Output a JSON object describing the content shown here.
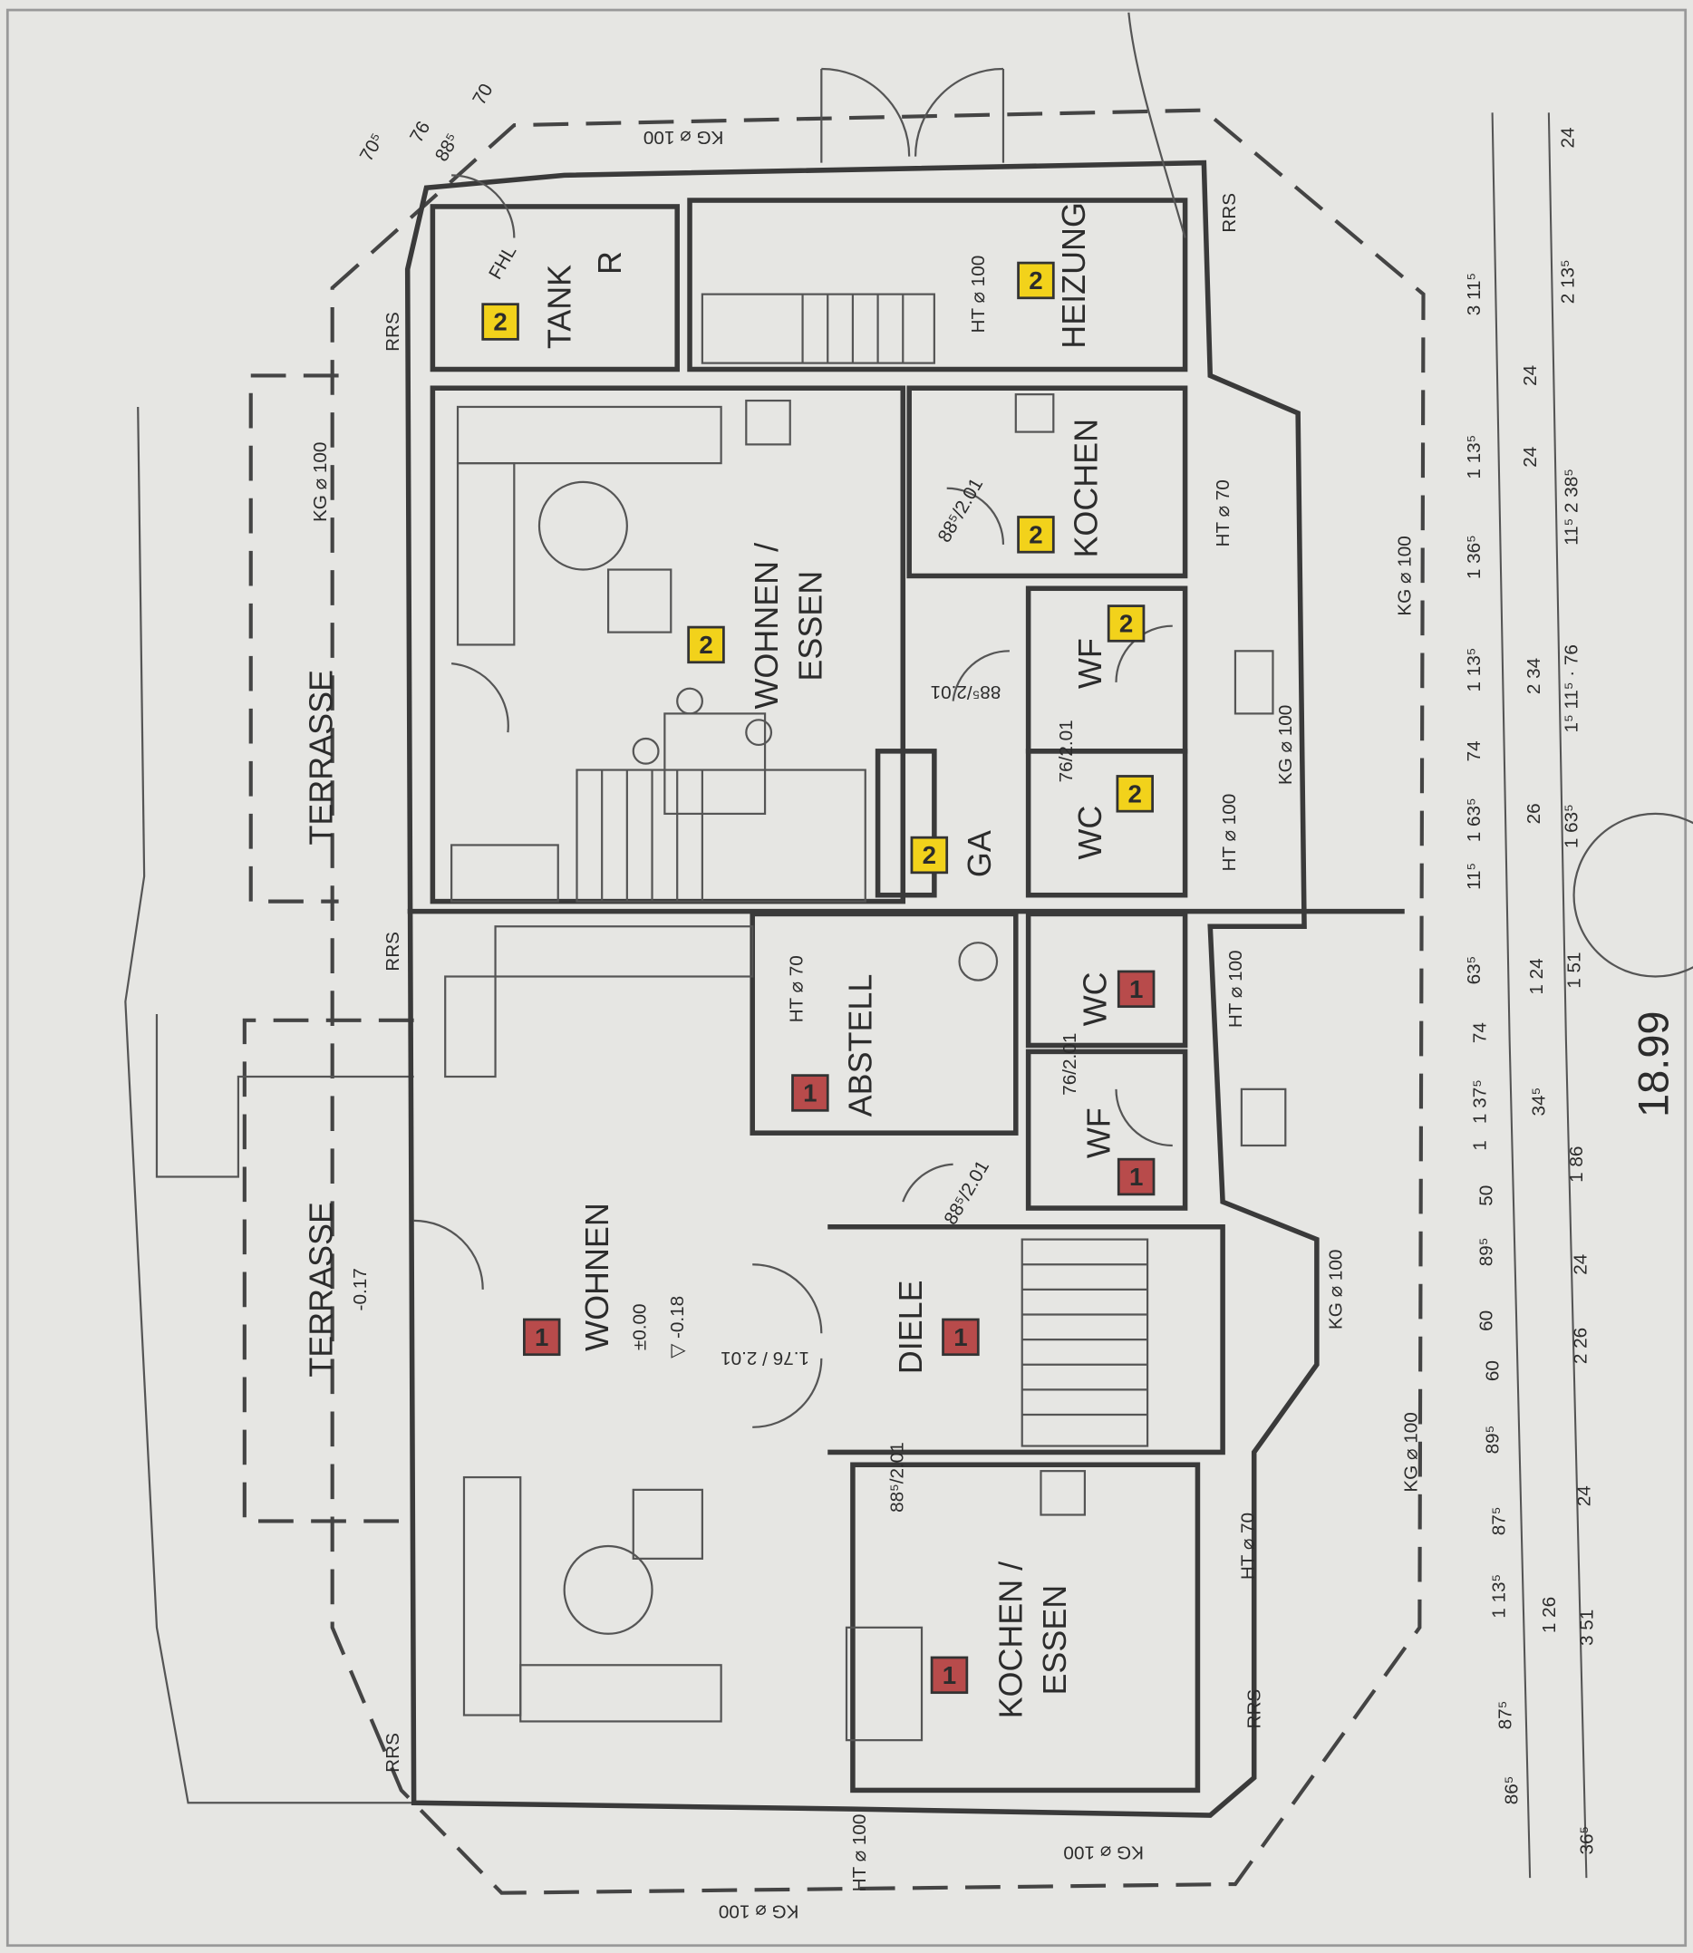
{
  "rooms": {
    "tank": "TANK",
    "tank_r": "R",
    "fhl": "FHL",
    "heizung": "HEIZUNG",
    "wohnen_essen_1": "WOHNEN /",
    "wohnen_essen_2": "ESSEN",
    "kochen_top": "KOCHEN",
    "wf_top": "WF",
    "wc_top": "WC",
    "ga": "GA",
    "abstell": "ABSTELL",
    "wc_bottom": "WC",
    "wf_bottom": "WF",
    "wohnen": "WOHNEN",
    "wohnen_level": "±0.00",
    "wohnen_level2": "▽ -0.18",
    "diele": "DIELE",
    "kochen_essen_1": "KOCHEN /",
    "kochen_essen_2": "ESSEN",
    "terrasse_top": "TERRASSE",
    "terrasse_bottom": "TERRASSE",
    "terrasse_level": "-0.17"
  },
  "markers": {
    "floor2": "2",
    "floor1": "1"
  },
  "pipes": {
    "kg100": "KG ⌀ 100",
    "ht70": "HT ⌀ 70",
    "ht100": "HT ⌀ 100",
    "rrs": "RRS"
  },
  "doors": {
    "d885": "88⁵/2.01",
    "d76": "76/2.01",
    "d176": "1.76 / 2.01"
  },
  "top_dims": [
    "70⁵",
    "76",
    "88⁵",
    "70"
  ],
  "dims_col1": [
    "3 11⁵",
    "1 13⁵",
    "1 36⁵",
    "1 13⁵",
    "74",
    "1 63⁵",
    "11⁵",
    "63⁵",
    "74",
    "1 37⁵",
    "1",
    "50",
    "89⁵",
    "60",
    "60",
    "89⁵",
    "87⁵",
    "1 13⁵",
    "87⁵",
    "86⁵"
  ],
  "dims_col2": [
    "24",
    "24",
    "2 34",
    "26",
    "1 24",
    "34⁵",
    "1 26"
  ],
  "dims_col3": [
    "24",
    "2 13⁵",
    "11⁵ 2 38⁵",
    "1⁵ 11⁵ · 76",
    "1 63⁵",
    "1 51",
    "1 86",
    "24",
    "2 26",
    "24",
    "3 51",
    "36⁵"
  ],
  "total_length": "18.99"
}
